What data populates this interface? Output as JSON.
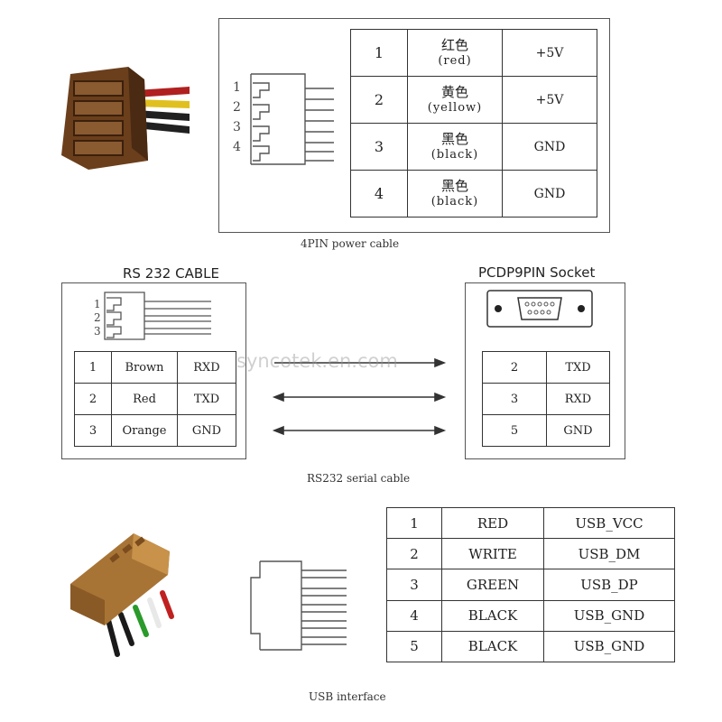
{
  "power": {
    "caption": "4PIN power cable",
    "pin_numbers": [
      "1",
      "2",
      "3",
      "4"
    ],
    "rows": [
      {
        "pin": "1",
        "color_cn": "红色",
        "color_en": "(red)",
        "signal": "+5V"
      },
      {
        "pin": "2",
        "color_cn": "黄色",
        "color_en": "(yellow)",
        "signal": "+5V"
      },
      {
        "pin": "3",
        "color_cn": "黑色",
        "color_en": "(black)",
        "signal": "GND"
      },
      {
        "pin": "4",
        "color_cn": "黑色",
        "color_en": "(black)",
        "signal": "GND"
      }
    ],
    "wire_colors": [
      "#b02020",
      "#e0c020",
      "#202020",
      "#202020"
    ]
  },
  "rs232": {
    "cable_title": "RS 232 CABLE",
    "socket_title": "PCDP9PIN Socket",
    "caption": "RS232 serial cable",
    "pin_numbers": [
      "1",
      "2",
      "3"
    ],
    "cable_rows": [
      {
        "pin": "1",
        "color": "Brown",
        "signal": "RXD"
      },
      {
        "pin": "2",
        "color": "Red",
        "signal": "TXD"
      },
      {
        "pin": "3",
        "color": "Orange",
        "signal": "GND"
      }
    ],
    "socket_rows": [
      {
        "pin": "2",
        "signal": "TXD"
      },
      {
        "pin": "3",
        "signal": "RXD"
      },
      {
        "pin": "5",
        "signal": "GND"
      }
    ]
  },
  "usb": {
    "caption": "USB interface",
    "rows": [
      {
        "pin": "1",
        "color": "RED",
        "signal": "USB_VCC"
      },
      {
        "pin": "2",
        "color": "WRITE",
        "signal": "USB_DM"
      },
      {
        "pin": "3",
        "color": "GREEN",
        "signal": "USB_DP"
      },
      {
        "pin": "4",
        "color": "BLACK",
        "signal": "USB_GND"
      },
      {
        "pin": "5",
        "color": "BLACK",
        "signal": "USB_GND"
      }
    ]
  },
  "watermark": "syncotek.en.com",
  "colors": {
    "connector_brown": "#7a4a22",
    "connector_tan": "#b8843e",
    "line": "#333333"
  }
}
